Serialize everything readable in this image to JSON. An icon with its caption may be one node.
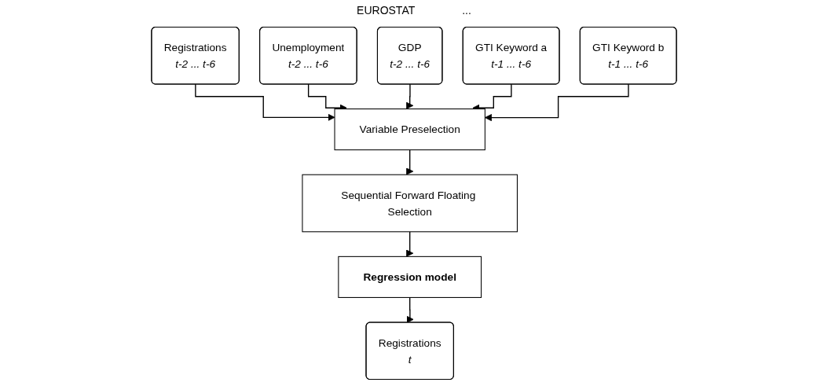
{
  "diagram": {
    "nodes": [
      {
        "text": [
          "Registrations",
          "t-2 ... t-6"
        ]
      },
      {
        "text": [
          "Unemployment",
          "t-2 ... t-6"
        ]
      },
      {
        "text": [
          "GDP",
          "t-2 ... t-6"
        ]
      },
      {
        "text": [
          "GTI Keyword a",
          "t-1 ... t-6"
        ]
      },
      {
        "text": [
          "GTI Keyword b",
          "t-1 ... t-6"
        ]
      },
      {
        "text": [
          "Variable Preselection"
        ]
      },
      {
        "text": [
          "Sequential Forward Floating Selection"
        ]
      },
      {
        "text": [
          "Regression model"
        ]
      },
      {
        "text": [
          "Registrations",
          "t"
        ]
      }
    ],
    "edges": [
      {
        "from": 0,
        "to": 5,
        "arrow": "to"
      },
      {
        "from": 1,
        "to": 5,
        "arrow": "to"
      },
      {
        "from": 2,
        "to": 5,
        "arrow": "to"
      },
      {
        "from": 3,
        "to": 5,
        "arrow": "to"
      },
      {
        "from": 4,
        "to": 5,
        "arrow": "to"
      },
      {
        "from": 5,
        "to": 6,
        "arrow": "to"
      },
      {
        "from": 6,
        "to": 7,
        "arrow": "to"
      },
      {
        "from": 7,
        "to": 8,
        "arrow": "to"
      }
    ],
    "labels": [
      "EUROSTAT",
      "..."
    ]
  }
}
